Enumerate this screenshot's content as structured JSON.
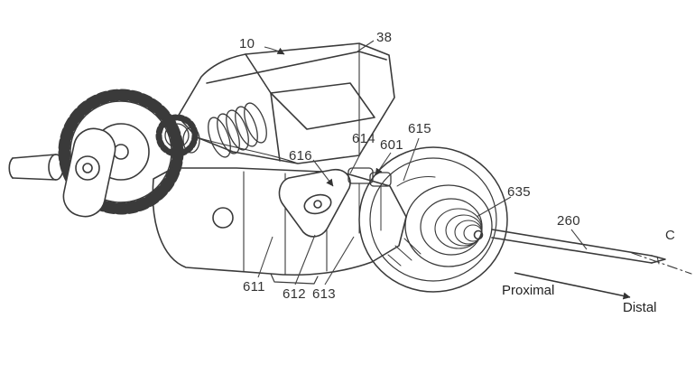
{
  "figure": {
    "reference_labels": [
      {
        "part": "instrument-overview",
        "text": "10"
      },
      {
        "part": "housing-cover",
        "text": "38"
      },
      {
        "part": "coupler-body",
        "text": "614"
      },
      {
        "part": "adapter-assembly",
        "text": "601"
      },
      {
        "part": "drum-housing",
        "text": "615"
      },
      {
        "part": "yoke-bracket",
        "text": "616"
      },
      {
        "part": "spring-hub",
        "text": "635"
      },
      {
        "part": "elongated-shaft",
        "text": "260"
      },
      {
        "part": "lower-frame",
        "text": "611"
      },
      {
        "part": "cam-link",
        "text": "612"
      },
      {
        "part": "pivot-link",
        "text": "613"
      }
    ],
    "axis_label": "C",
    "direction_labels": {
      "proximal": "Proximal",
      "distal": "Distal"
    }
  },
  "colors": {
    "line": "#3a3a3a",
    "leader_line": "#444444",
    "background": "#ffffff",
    "label_text": "#333333"
  }
}
